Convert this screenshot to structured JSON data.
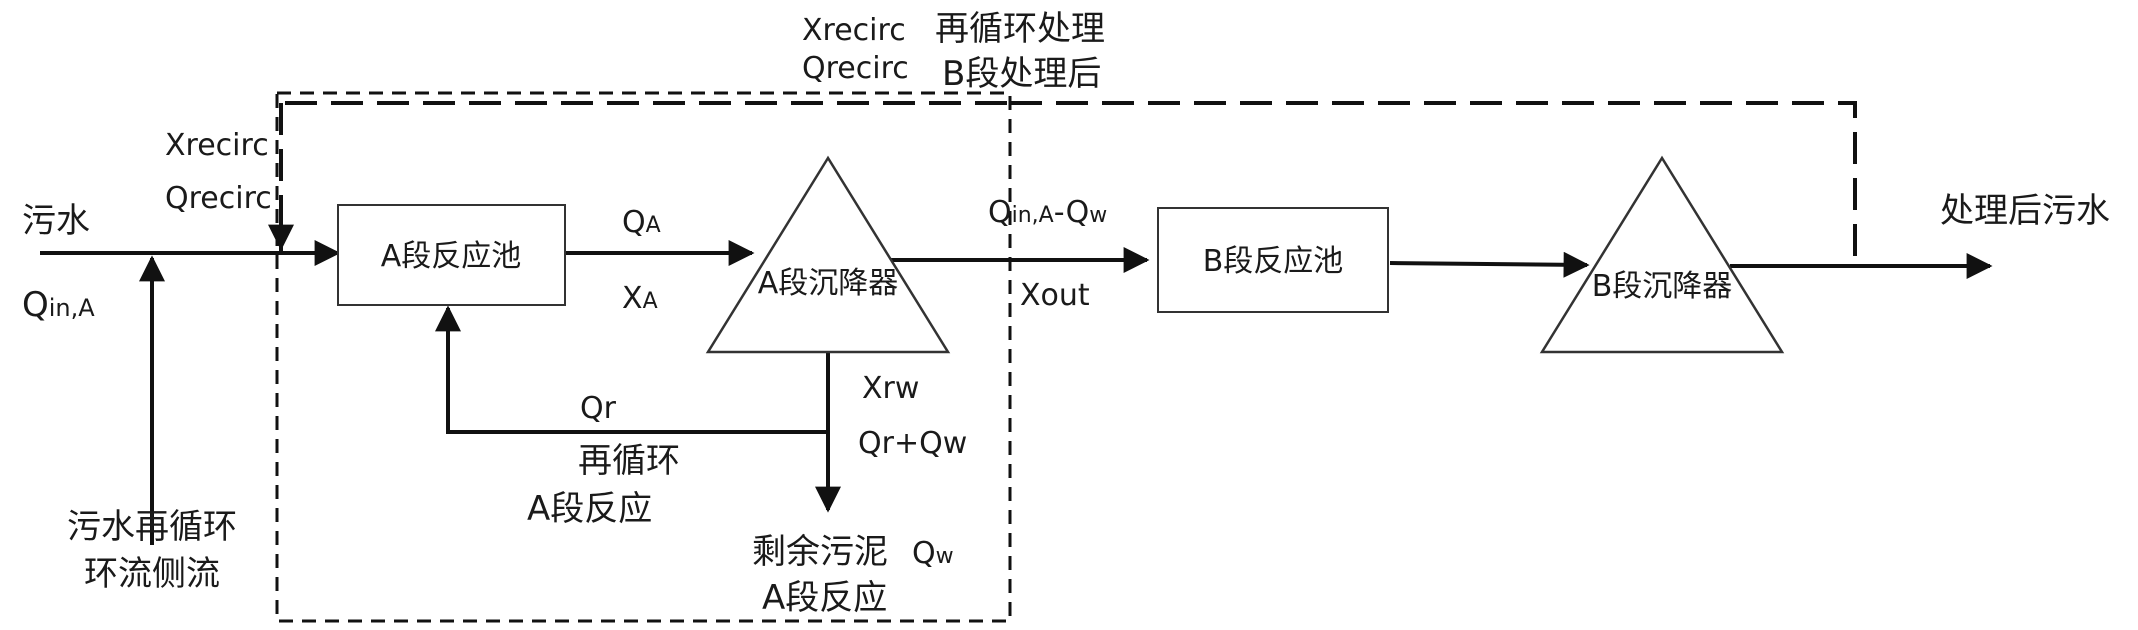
{
  "colors": {
    "stroke": "#111111",
    "text": "#1a1a1a",
    "background": "#ffffff"
  },
  "nodes": {
    "a_reactor": "A段反应池",
    "a_settler": "A段沉降器",
    "b_reactor": "B段反应池",
    "b_settler": "B段沉降器"
  },
  "labels": {
    "influent": "污水",
    "q_in_a_main": "Q",
    "q_in_a_sub": "in,A",
    "side_stream_1": "污水再循环",
    "side_stream_2": "环流侧流",
    "xrecirc_left": "Xrecirc",
    "qrecirc_left": "Qrecirc",
    "xrecirc_top": "Xrecirc",
    "qrecirc_top": "Qrecirc",
    "recirc_treat": "再循环处理",
    "after_b": "B段处理后",
    "qa_main": "Q",
    "qa_sub": "A",
    "xa_main": "X",
    "xa_sub": "A",
    "q_in_a_w_main": "Q",
    "q_in_a_w_sub": "in,A",
    "q_in_a_w_rest": "-Q",
    "q_in_a_w_sub2": "w",
    "xout": "Xout",
    "effluent": "处理后污水",
    "qr": "Qr",
    "recycle_1": "再循环",
    "recycle_2": "A段反应",
    "xrw": "Xrw",
    "qr_qw": "Qr+Qw",
    "waste_sludge": "剩余污泥",
    "qw_main": "Q",
    "qw_sub": "w",
    "waste_sub": "A段反应"
  }
}
